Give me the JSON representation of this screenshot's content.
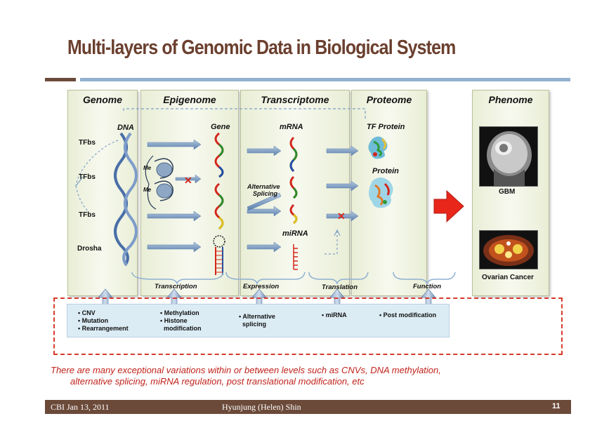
{
  "title": "Multi-layers of Genomic Data in Biological System",
  "panels": {
    "genome": "Genome",
    "epigenome": "Epigenome",
    "transcriptome": "Transcriptome",
    "proteome": "Proteome",
    "phenome": "Phenome"
  },
  "labels": {
    "dna": "DNA",
    "tfbs1": "TFbs",
    "tfbs2": "TFbs",
    "tfbs3": "TFbs",
    "drosha": "Drosha",
    "gene": "Gene",
    "me1": "Me",
    "me2": "Me",
    "mrna": "mRNA",
    "alt_splicing_1": "Alternative",
    "alt_splicing_2": "Splicing",
    "mirna": "miRNA",
    "tf_protein": "TF Protein",
    "protein": "Protein",
    "gbm": "GBM",
    "ovarian": "Ovarian Cancer"
  },
  "process_labels": {
    "transcription": "Transcription",
    "expression": "Expression",
    "translation": "Translation",
    "function": "Function"
  },
  "bottom": {
    "genome": [
      "• CNV",
      "• Mutation",
      "• Rearrangement"
    ],
    "epigenome": [
      "• Methylation",
      "• Histone",
      "  modification"
    ],
    "transcriptome": [
      "• Alternative",
      "  splicing"
    ],
    "mirna": [
      "• miRNA"
    ],
    "proteome": [
      "• Post modification"
    ]
  },
  "note": {
    "line1": "There are many exceptional variations within or between levels such as CNVs, DNA methylation,",
    "line2": "alternative splicing, miRNA regulation, post translational modification, etc"
  },
  "footer": {
    "left": "CBI Jan 13, 2011",
    "center": "Hyunjung (Helen) Shin",
    "page": "11"
  },
  "colors": {
    "title": "#6b3f2e",
    "accent_blue": "#93b0cf",
    "note_red": "#c0221b",
    "footer_bg": "#6b4a3a"
  }
}
